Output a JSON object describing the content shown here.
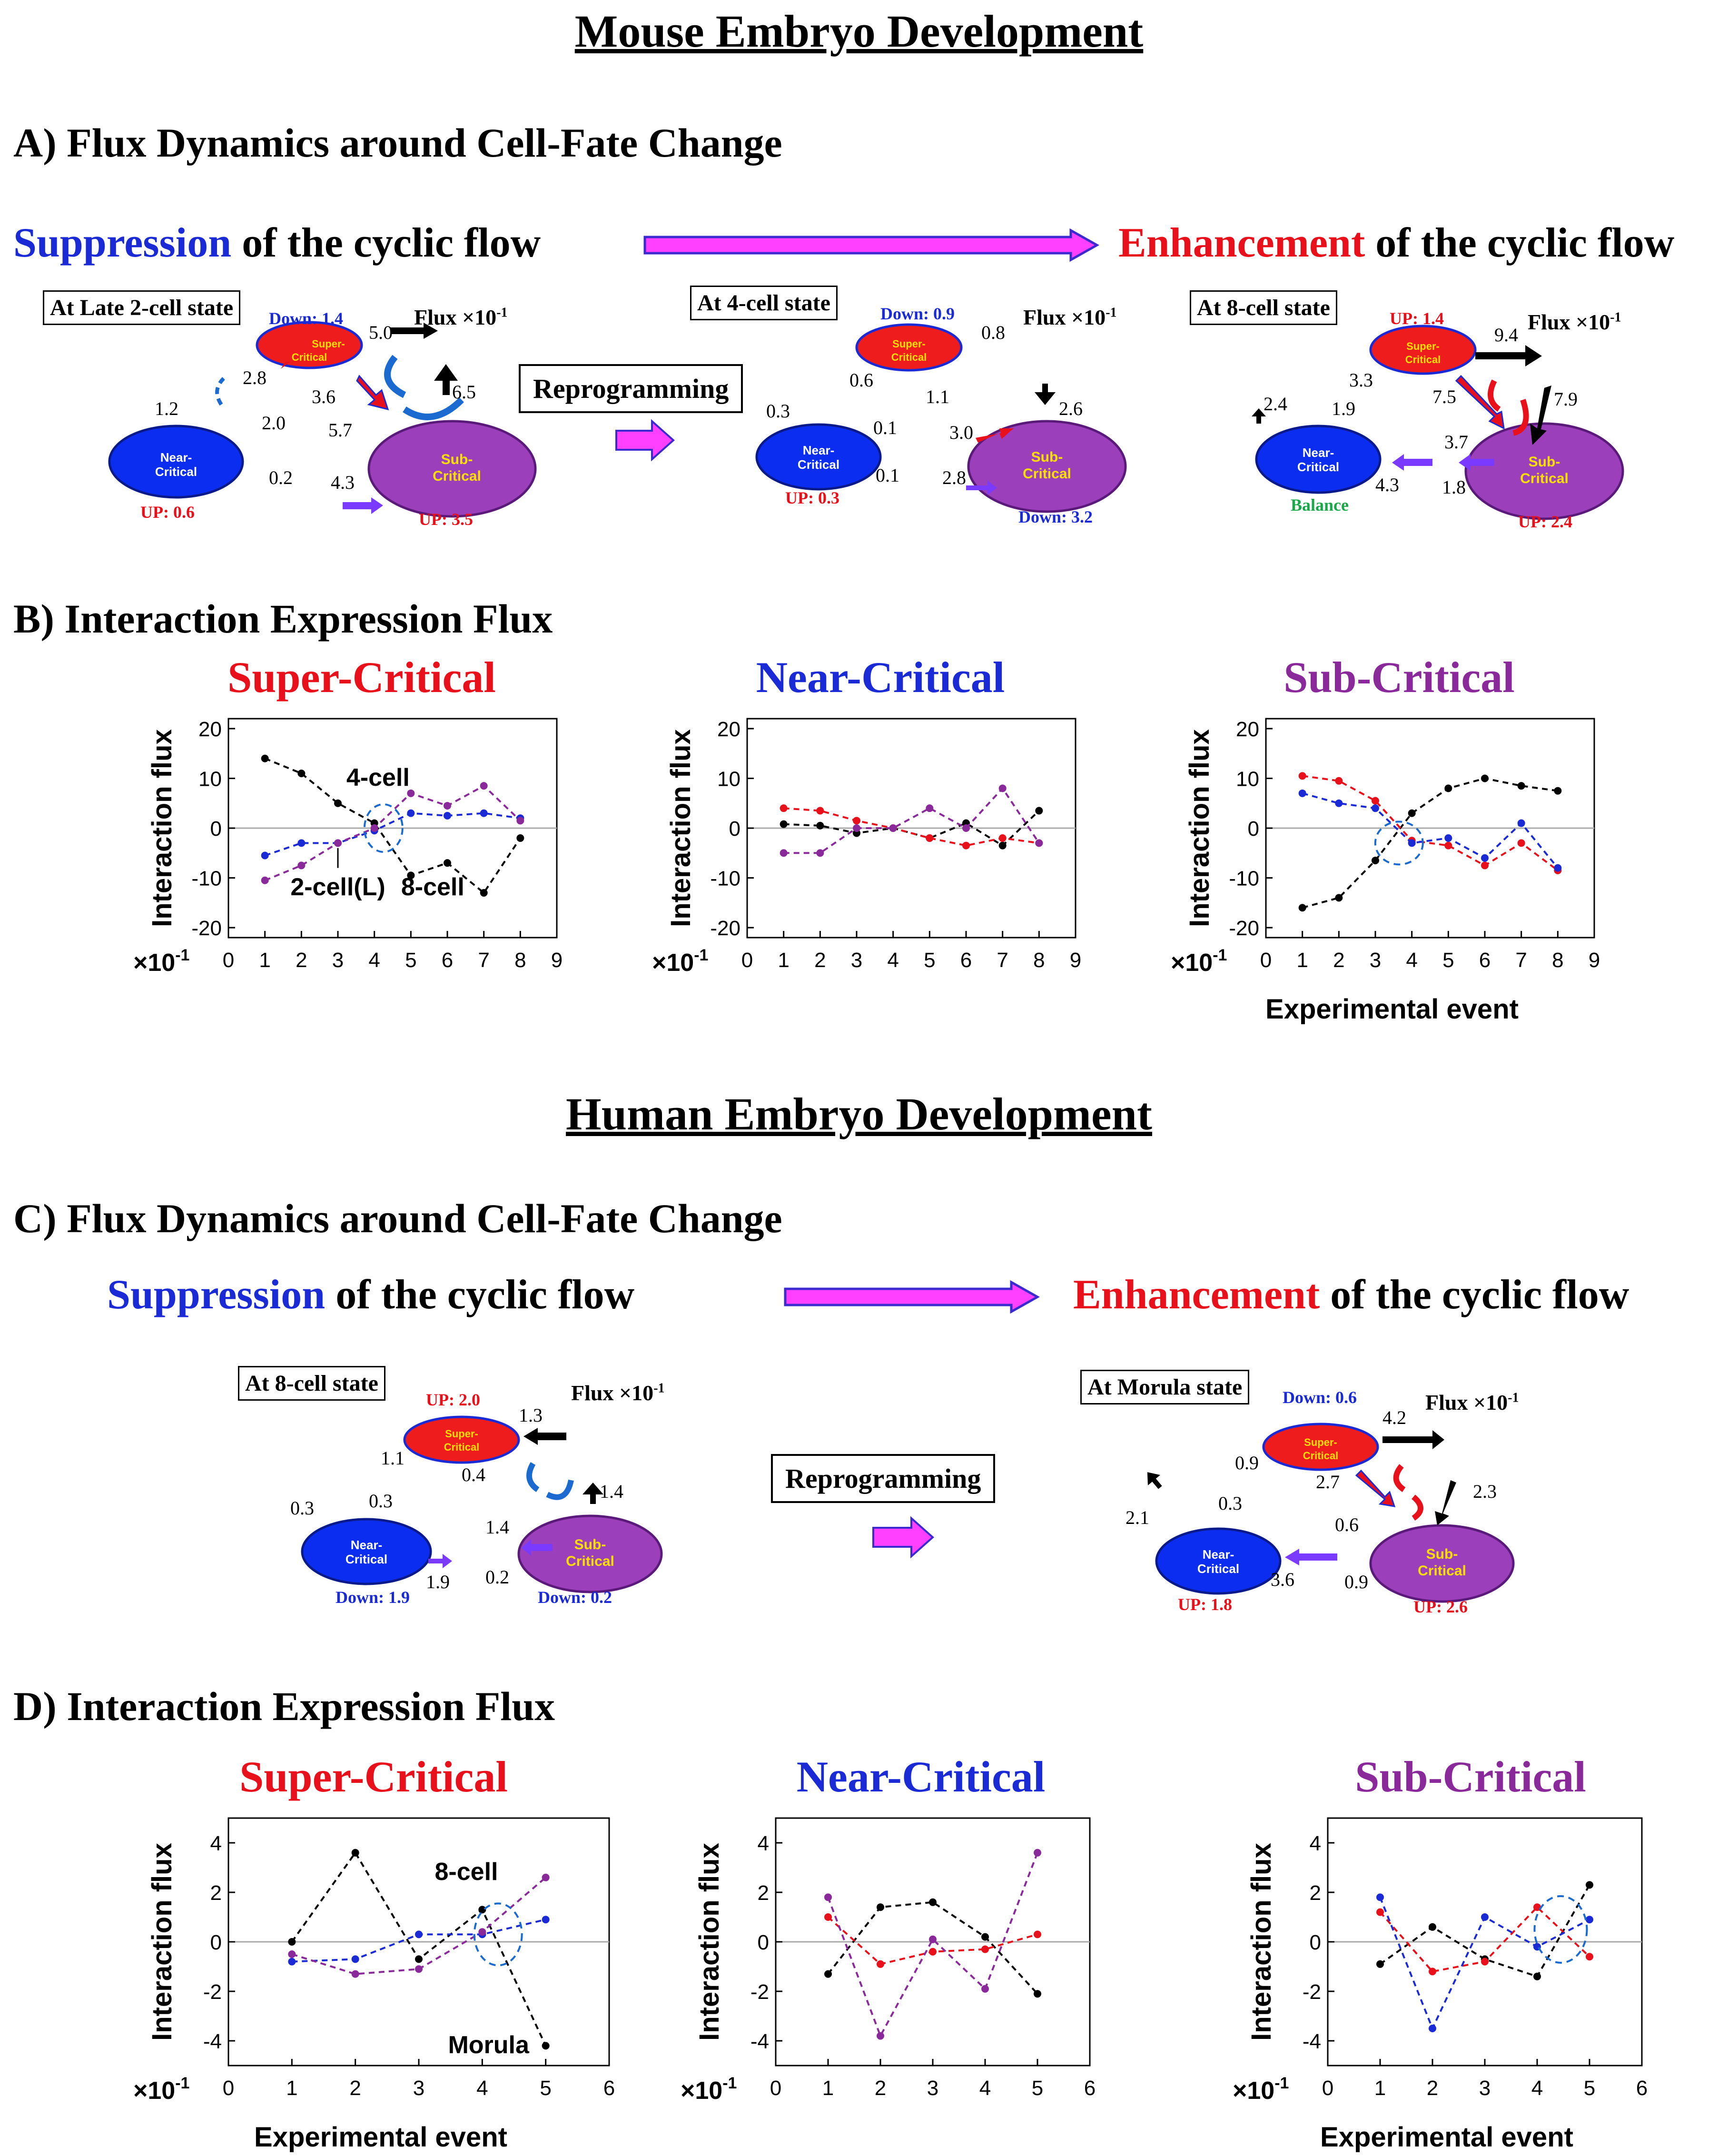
{
  "mouse": {
    "title": "Mouse Embryo Development",
    "section_a": "A)  Flux Dynamics around Cell-Fate Change",
    "suppression_word": "Suppression",
    "suppression_rest": " of  the cyclic flow",
    "enhancement_word": "Enhancement",
    "enhancement_rest": " of  the cyclic flow",
    "reprogramming": "Reprogramming",
    "diagrams": [
      {
        "state": "At Late 2-cell state",
        "flux_label": "Flux ×10",
        "flux_exp": "-1",
        "super_status": "Down: 1.4",
        "near_status": "UP: 0.6",
        "sub_status": "UP: 3.5",
        "nums": [
          "5.0",
          "2.8",
          "3.6",
          "6.5",
          "1.2",
          "2.0",
          "5.7",
          "0.2",
          "4.3"
        ]
      },
      {
        "state": "At 4-cell state",
        "flux_label": "Flux ×10",
        "flux_exp": "-1",
        "super_status": "Down: 0.9",
        "near_status": "UP: 0.3",
        "sub_status": "Down: 3.2",
        "nums": [
          "0.8",
          "0.6",
          "1.1",
          "2.6",
          "0.3",
          "0.1",
          "3.0",
          "0.1",
          "2.8"
        ]
      },
      {
        "state": "At 8-cell state",
        "flux_label": "Flux ×10",
        "flux_exp": "-1",
        "super_status": "UP: 1.4",
        "near_status": "Balance",
        "sub_status": "UP: 2.4",
        "nums": [
          "9.4",
          "3.3",
          "7.5",
          "7.9",
          "2.4",
          "1.9",
          "3.7",
          "4.3",
          "1.8"
        ]
      }
    ],
    "section_b": "B) Interaction Expression Flux"
  },
  "human": {
    "title": "Human Embryo Development",
    "section_c": "C)  Flux Dynamics around Cell-Fate Change",
    "suppression_word": "Suppression",
    "suppression_rest": " of  the cyclic flow",
    "enhancement_word": "Enhancement",
    "enhancement_rest": " of  the cyclic flow",
    "reprogramming": "Reprogramming",
    "diagrams": [
      {
        "state": "At 8-cell state",
        "flux_label": "Flux ×10",
        "flux_exp": "-1",
        "super_status": "UP: 2.0",
        "near_status": "Down: 1.9",
        "sub_status": "Down: 0.2",
        "nums": [
          "1.3",
          "1.1",
          "0.4",
          "1.4",
          "0.3",
          "0.3",
          "1.4",
          "1.9",
          "0.2"
        ]
      },
      {
        "state": "At Morula state",
        "flux_label": "Flux ×10",
        "flux_exp": "-1",
        "super_status": "Down: 0.6",
        "near_status": "UP: 1.8",
        "sub_status": "UP: 2.6",
        "nums": [
          "4.2",
          "0.9",
          "2.7",
          "2.3",
          "2.1",
          "0.3",
          "0.6",
          "3.6",
          "0.9"
        ]
      }
    ],
    "section_d": "D) Interaction Expression Flux"
  },
  "node_labels": {
    "super": "Super-\nCritical",
    "near": "Near-\nCritical",
    "sub": "Sub-\nCritical"
  },
  "colors": {
    "red": "#e8101a",
    "blue": "#1a2bd6",
    "purple": "#8a2a9a",
    "black": "#000000",
    "green": "#1aa84a",
    "magenta_arrow": "#ff40ff"
  },
  "chart_data": [
    {
      "type": "line",
      "title": "Super-Critical",
      "title_color": "#e8101a",
      "ylabel": "Interaction flux",
      "xlabel": "",
      "multiplier": "×10",
      "multiplier_exp": "-1",
      "xlim": [
        0,
        9
      ],
      "ylim": [
        -22,
        22
      ],
      "yticks": [
        -20,
        -10,
        0,
        10,
        20
      ],
      "xticks": [
        0,
        1,
        2,
        3,
        4,
        5,
        6,
        7,
        8,
        9
      ],
      "x": [
        1,
        2,
        3,
        4,
        5,
        6,
        7,
        8
      ],
      "series": [
        {
          "color": "#000000",
          "values": [
            14,
            11,
            5,
            1,
            -9.5,
            -7,
            -13,
            -2
          ]
        },
        {
          "color": "#1a2bd6",
          "values": [
            -5.5,
            -3,
            -3,
            -0.5,
            3,
            2.5,
            3,
            2
          ]
        },
        {
          "color": "#8a2a9a",
          "values": [
            -10.5,
            -7.5,
            -3,
            0,
            7,
            4.5,
            8.5,
            1.5
          ]
        }
      ],
      "annotations": [
        "4-cell",
        "2-cell(L)",
        "8-cell"
      ]
    },
    {
      "type": "line",
      "title": "Near-Critical",
      "title_color": "#1a2bd6",
      "ylabel": "Interaction flux",
      "xlabel": "",
      "multiplier": "×10",
      "multiplier_exp": "-1",
      "xlim": [
        0,
        9
      ],
      "ylim": [
        -22,
        22
      ],
      "yticks": [
        -20,
        -10,
        0,
        10,
        20
      ],
      "xticks": [
        0,
        1,
        2,
        3,
        4,
        5,
        6,
        7,
        8,
        9
      ],
      "x": [
        1,
        2,
        3,
        4,
        5,
        6,
        7,
        8
      ],
      "series": [
        {
          "color": "#000000",
          "values": [
            0.8,
            0.5,
            -1,
            0,
            -2,
            1,
            -3.5,
            3.5
          ]
        },
        {
          "color": "#e8101a",
          "values": [
            4,
            3.5,
            1.5,
            0,
            -2,
            -3.5,
            -2,
            -3
          ]
        },
        {
          "color": "#8a2a9a",
          "values": [
            -5,
            -5,
            0,
            0,
            4,
            0,
            8,
            -3
          ]
        }
      ],
      "annotations": []
    },
    {
      "type": "line",
      "title": "Sub-Critical",
      "title_color": "#8a2a9a",
      "ylabel": "Interaction flux",
      "xlabel": "Experimental event",
      "multiplier": "×10",
      "multiplier_exp": "-1",
      "xlim": [
        0,
        9
      ],
      "ylim": [
        -22,
        22
      ],
      "yticks": [
        -20,
        -10,
        0,
        10,
        20
      ],
      "xticks": [
        0,
        1,
        2,
        3,
        4,
        5,
        6,
        7,
        8,
        9
      ],
      "x": [
        1,
        2,
        3,
        4,
        5,
        6,
        7,
        8
      ],
      "series": [
        {
          "color": "#000000",
          "values": [
            -16,
            -14,
            -6.5,
            3,
            8,
            10,
            8.5,
            7.5
          ]
        },
        {
          "color": "#e8101a",
          "values": [
            10.5,
            9.5,
            5.5,
            -2.5,
            -3.5,
            -7.5,
            -3,
            -8.5
          ]
        },
        {
          "color": "#1a2bd6",
          "values": [
            7,
            5,
            4,
            -3,
            -2,
            -6,
            1,
            -8
          ]
        }
      ],
      "annotations": []
    },
    {
      "type": "line",
      "title": "Super-Critical",
      "title_color": "#e8101a",
      "ylabel": "Interaction flux",
      "xlabel": "Experimental event",
      "multiplier": "×10",
      "multiplier_exp": "-1",
      "xlim": [
        0,
        6
      ],
      "ylim": [
        -5,
        5
      ],
      "yticks": [
        -4,
        -2,
        0,
        2,
        4
      ],
      "xticks": [
        0,
        1,
        2,
        3,
        4,
        5,
        6
      ],
      "x": [
        1,
        2,
        3,
        4,
        5
      ],
      "series": [
        {
          "color": "#000000",
          "values": [
            0,
            3.6,
            -0.7,
            1.3,
            -4.2
          ]
        },
        {
          "color": "#1a2bd6",
          "values": [
            -0.8,
            -0.7,
            0.3,
            0.3,
            0.9
          ]
        },
        {
          "color": "#8a2a9a",
          "values": [
            -0.5,
            -1.3,
            -1.1,
            0.4,
            2.6
          ]
        }
      ],
      "annotations": [
        "8-cell",
        "Morula"
      ]
    },
    {
      "type": "line",
      "title": "Near-Critical",
      "title_color": "#1a2bd6",
      "ylabel": "Interaction flux",
      "xlabel": "",
      "multiplier": "×10",
      "multiplier_exp": "-1",
      "xlim": [
        0,
        6
      ],
      "ylim": [
        -5,
        5
      ],
      "yticks": [
        -4,
        -2,
        0,
        2,
        4
      ],
      "xticks": [
        0,
        1,
        2,
        3,
        4,
        5,
        6
      ],
      "x": [
        1,
        2,
        3,
        4,
        5
      ],
      "series": [
        {
          "color": "#000000",
          "values": [
            -1.3,
            1.4,
            1.6,
            0.2,
            -2.1
          ]
        },
        {
          "color": "#e8101a",
          "values": [
            1.0,
            -0.9,
            -0.4,
            -0.3,
            0.3
          ]
        },
        {
          "color": "#8a2a9a",
          "values": [
            1.8,
            -3.8,
            0.1,
            -1.9,
            3.6
          ]
        }
      ],
      "annotations": []
    },
    {
      "type": "line",
      "title": "Sub-Critical",
      "title_color": "#8a2a9a",
      "ylabel": "Interaction flux",
      "xlabel": "Experimental event",
      "multiplier": "×10",
      "multiplier_exp": "-1",
      "xlim": [
        0,
        6
      ],
      "ylim": [
        -5,
        5
      ],
      "yticks": [
        -4,
        -2,
        0,
        2,
        4
      ],
      "xticks": [
        0,
        1,
        2,
        3,
        4,
        5,
        6
      ],
      "x": [
        1,
        2,
        3,
        4,
        5
      ],
      "series": [
        {
          "color": "#000000",
          "values": [
            -0.9,
            0.6,
            -0.7,
            -1.4,
            2.3
          ]
        },
        {
          "color": "#e8101a",
          "values": [
            1.2,
            -1.2,
            -0.8,
            1.4,
            -0.6
          ]
        },
        {
          "color": "#1a2bd6",
          "values": [
            1.8,
            -3.5,
            1.0,
            -0.2,
            0.9
          ]
        }
      ],
      "annotations": []
    }
  ],
  "xlabel_mouse": "Experimental event",
  "xlabel_human": "Experimental event"
}
